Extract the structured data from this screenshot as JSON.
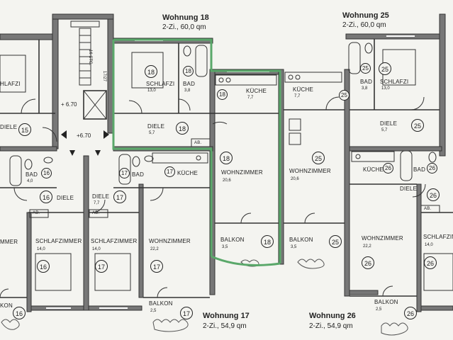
{
  "apartments": [
    {
      "key": "w18",
      "name": "Wohnung",
      "number": "18",
      "spec": "2-Zi.,",
      "area": "60,0 qm"
    },
    {
      "key": "w25",
      "name": "Wohnung",
      "number": "25",
      "spec": "2-Zi.,",
      "area": "60,0 qm"
    },
    {
      "key": "w17",
      "name": "Wohnung",
      "number": "17",
      "spec": "2-Zi.,",
      "area": "54,9 qm"
    },
    {
      "key": "w26",
      "name": "Wohnung",
      "number": "26",
      "spec": "2-Zi.,",
      "area": "54,9 qm"
    }
  ],
  "rooms": {
    "schlafzi_left": "HLAFZI",
    "schlafzi_18": "SCHLAFZI",
    "schlafzi_25": "SCHLAFZI",
    "bad_18": "BAD",
    "bad_25": "BAD",
    "kueche_18": "KÜCHE",
    "kueche_25": "KÜCHE",
    "diele_left": "DIELE",
    "diele_18": "DIELE",
    "diele_25": "DIELE",
    "wohnzimmer_18": "WOHNZIMMER",
    "wohnzimmer_25": "WOHNZIMMER",
    "bad_16": "BAD",
    "bad_17": "BAD",
    "kueche_17": "KÜCHE",
    "kueche_26": "KÜCHE",
    "bad_26": "BAD",
    "diele_16": "DIELE",
    "diele_17": "DIELE",
    "diele_26": "DIELE",
    "schlafzimmer_16": "SCHLAFZIMMER",
    "schlafzimmer_17": "SCHLAFZIMMER",
    "wohnzimmer_17": "WOHNZIMMER",
    "wohnzimmer_26": "WOHNZIMMER",
    "schlafzim_26": "SCHLAFZIM",
    "zimmer_left": "MMER",
    "balkon_18": "BALKON",
    "balkon_25": "BALKON",
    "balkon_17": "BALKON",
    "balkon_26": "BALKON",
    "balkon_left": "KON",
    "ab_18": "AB.",
    "ab_16": "AB.",
    "ab_17": "AB.",
    "ab_26": "AB."
  },
  "areas": {
    "schlafzi_18": "13,0",
    "schlafzi_25": "13,0",
    "bad_18": "3,8",
    "bad_25": "3,8",
    "kueche_18": "7,7",
    "kueche_25": "7,7",
    "diele_18": "5,7",
    "diele_25": "5,7",
    "wohnzimmer_18": "20,6",
    "wohnzimmer_25": "20,6",
    "bad_16": "4,0",
    "diele_17": "7,7",
    "schlafzimmer_16": "14,0",
    "schlafzimmer_17": "14,0",
    "wohnzimmer_17": "22,2",
    "wohnzimmer_26": "22,2",
    "schlafzim_26": "14,0",
    "balkon_18": "3,5",
    "balkon_25": "3,5",
    "balkon_17": "2,5",
    "balkon_26": "2,5"
  },
  "markers": {
    "m15": "15",
    "m16a": "16",
    "m16b": "16",
    "m16c": "16",
    "m17a": "17",
    "m17b": "17",
    "m17c": "17",
    "m17d": "17",
    "m17e": "17",
    "m18a": "18",
    "m18b": "18",
    "m18c": "18",
    "m18d": "18",
    "m18e": "18",
    "m18f": "18",
    "m25a": "25",
    "m25b": "25",
    "m25c": "25",
    "m25d": "25",
    "m25e": "25",
    "m25f": "25",
    "m26a": "26",
    "m26b": "26",
    "m26c": "26",
    "m26d": "26",
    "m26e": "26"
  },
  "levels": {
    "lv1": "+ 6.70",
    "lv2": "+6.70"
  },
  "stair": {
    "steps": "16 STG.",
    "ratio": "17/27"
  }
}
